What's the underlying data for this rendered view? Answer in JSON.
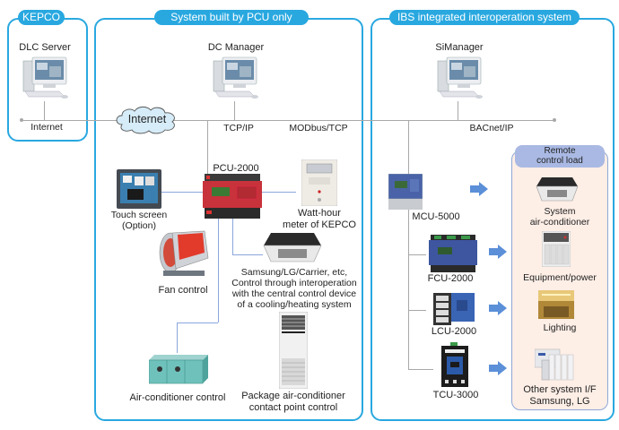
{
  "sections": {
    "kepco": {
      "title": "KEPCO"
    },
    "pcu": {
      "title": "System built by PCU only"
    },
    "ibs": {
      "title": "IBS integrated interoperation system"
    }
  },
  "servers": {
    "dlc": "DLC Server",
    "dc": "DC Manager",
    "si": "SiManager"
  },
  "network": {
    "internet_label": "Internet",
    "internet_cloud": "Internet",
    "tcpip": "TCP/IP",
    "modbus": "MODbus/TCP",
    "bacnet": "BACnet/IP"
  },
  "pcu_devices": {
    "pcu": "PCU-2000",
    "touch_line1": "Touch screen",
    "touch_line2": "(Option)",
    "watt_line1": "Watt-hour",
    "watt_line2": "meter of KEPCO",
    "fan": "Fan control",
    "cassette_lines": [
      "Samsung/LG/Carrier, etc,",
      "Control through interoperation",
      "with the  central control device",
      "of a cooling/heating system"
    ],
    "ahu": "Air-conditioner control",
    "package_line1": "Package air-conditioner",
    "package_line2": "contact point control"
  },
  "ibs_devices": {
    "mcu": "MCU-5000",
    "fcu": "FCU-2000",
    "lcu": "LCU-2000",
    "tcu": "TCU-3000"
  },
  "remote": {
    "title_line1": "Remote",
    "title_line2": "control load",
    "items": [
      {
        "line1": "System",
        "line2": "air-conditioner"
      },
      {
        "line1": "Equipment/power",
        "line2": ""
      },
      {
        "line1": "Lighting",
        "line2": ""
      },
      {
        "line1": "Other system I/F",
        "line2": "Samsung, LG"
      }
    ]
  },
  "colors": {
    "panel_border": "#29a8e0",
    "remote_bg": "#fdeee6",
    "remote_border": "#8fa8d6",
    "arrow": "#5b8fd8",
    "cloud": "#d6ecf8",
    "pcu_red": "#c8323a"
  }
}
